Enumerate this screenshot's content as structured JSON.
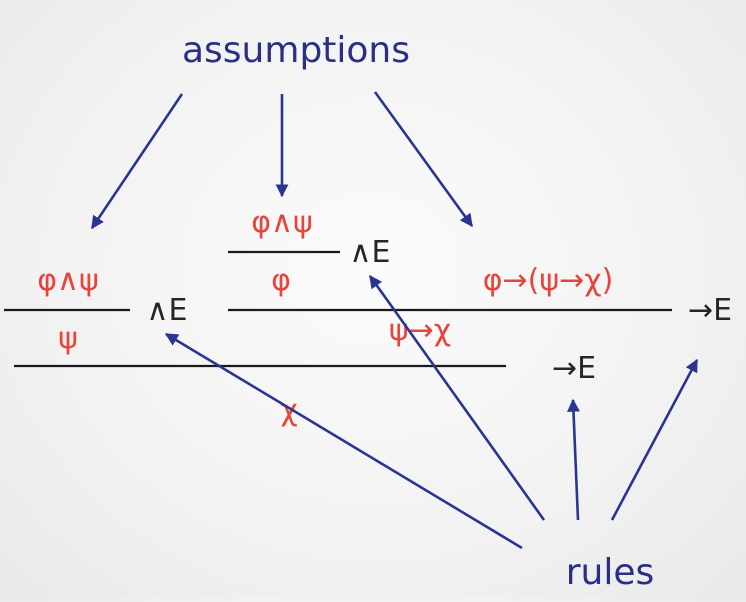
{
  "labels": {
    "assumptions": "assumptions",
    "rules": "rules"
  },
  "formulas": {
    "left_premise": "φ∧ψ",
    "left_conclusion": "ψ",
    "mid_premise": "φ∧ψ",
    "mid_conclusion": "φ",
    "right_premise": "φ→(ψ→χ)",
    "right_conclusion": "ψ→χ",
    "final_conclusion": "χ"
  },
  "rule_names": {
    "left": "∧E",
    "mid": "∧E",
    "right": "→E",
    "final": "→E"
  },
  "colors": {
    "label": "#2a2f86",
    "formula": "#e8443a",
    "rule": "#262626",
    "arrow": "#2a3590"
  }
}
